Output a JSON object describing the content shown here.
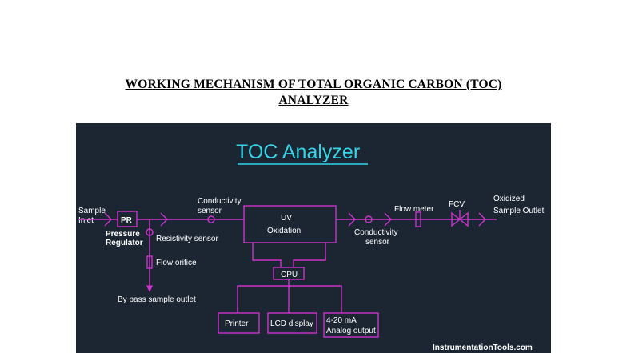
{
  "heading": {
    "line1": "WORKING MECHANISM OF TOTAL ORGANIC CARBON (TOC)",
    "line2": "ANALYZER"
  },
  "diagram": {
    "title": "TOC Analyzer",
    "sample_inlet": [
      "Sample",
      "Inlet"
    ],
    "pr": "PR",
    "pressure_regulator": [
      "Pressure",
      "Regulator"
    ],
    "resistivity_sensor": "Resistivity sensor",
    "flow_orifice": "Flow orifice",
    "bypass_outlet": "By pass sample outlet",
    "conductivity_sensor_1": [
      "Conductivity",
      "sensor"
    ],
    "uv_oxidation": [
      "UV",
      "Oxidation"
    ],
    "conductivity_sensor_2": [
      "Conductivity",
      "sensor"
    ],
    "flow_meter": "Flow meter",
    "fcv": "FCV",
    "oxidized_outlet": [
      "Oxidized",
      "Sample Outlet"
    ],
    "cpu": "CPU",
    "printer": "Printer",
    "lcd_display": "LCD display",
    "analog_output": [
      "4-20 mA",
      "Analog output"
    ],
    "watermark": "InstrumentationTools.com"
  },
  "colors": {
    "panel_bg": "#1c2532",
    "line": "#cc33cc",
    "title": "#33d6e8",
    "text": "#ffffff"
  }
}
